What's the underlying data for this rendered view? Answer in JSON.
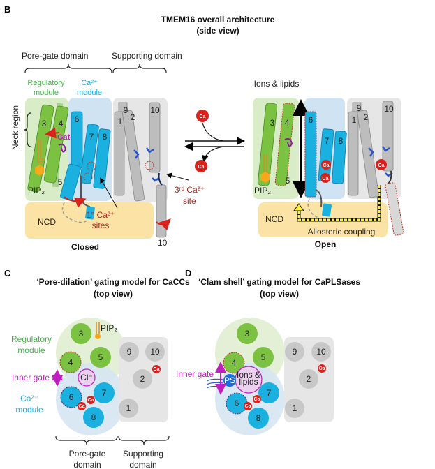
{
  "panel_b": {
    "letter": "B",
    "title": "TMEM16 overall architecture",
    "subtitle": "(side view)",
    "pore_gate_domain": "Pore-gate domain",
    "supporting_domain": "Supporting domain",
    "regulatory_module": [
      "Regulatory",
      "module"
    ],
    "ca_module": [
      "Ca²⁺",
      "module"
    ],
    "neck_region": "Neck region",
    "gate": "Gate",
    "pip2": "PIP₂",
    "ncd": "NCD",
    "primary_sites": [
      "1° Ca²⁺",
      "sites"
    ],
    "third_site": [
      "3ʳᵈ Ca²⁺",
      "site"
    ],
    "helix_10_prime": "10'",
    "closed": "Closed",
    "open": "Open",
    "ions_lipids": "Ions & lipids",
    "allosteric": "Allosteric coupling",
    "ca": "Ca",
    "helices": [
      "1",
      "2",
      "3",
      "4",
      "5",
      "6",
      "7",
      "8",
      "9",
      "10"
    ]
  },
  "panel_c": {
    "letter": "C",
    "title": "‘Pore-dilation’ gating model for CaCCs",
    "subtitle": "(top view)",
    "regulatory_module": [
      "Regulatory",
      "module"
    ],
    "inner_gate": "Inner gate",
    "ca_module": [
      "Ca²⁺",
      "module"
    ],
    "pip2": "PIP₂",
    "chloride": "Cl⁻",
    "pore_gate_domain": [
      "Pore-gate",
      "domain"
    ],
    "supporting_domain": [
      "Supporting",
      "domain"
    ]
  },
  "panel_d": {
    "letter": "D",
    "title": "‘Clam shell’ gating model for CaPLSases",
    "subtitle": "(top view)",
    "inner_gate": "Inner gate",
    "ps": "PS",
    "ions_lipids": [
      "Ions &",
      "lipids"
    ]
  },
  "colors": {
    "regulatory": "#7cc242",
    "ca_module": "#1ab0e0",
    "supporting": "#bdbdbd",
    "ncd": "#fbe3a6",
    "calcium": "#d9221c",
    "gate": "#c020c0"
  }
}
